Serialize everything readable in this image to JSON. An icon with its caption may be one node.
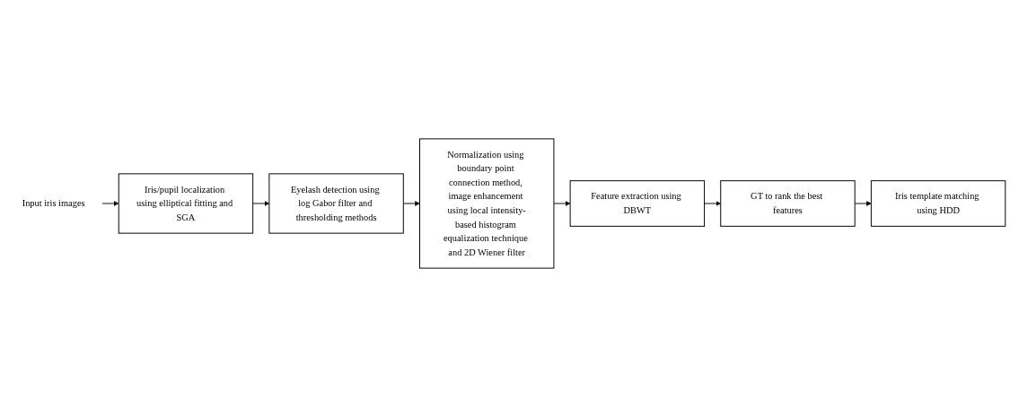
{
  "diagram": {
    "nodes": [
      {
        "text": [
          "Input iris images"
        ]
      },
      {
        "text": [
          "Iris/pupil localization using elliptical fitting and SGA"
        ]
      },
      {
        "text": [
          "Eyelash detection using log Gabor filter and thresholding methods"
        ]
      },
      {
        "text": [
          "Normalization using boundary point connection method, image enhancement using local intensity-based histogram equalization technique and 2D Wiener filter"
        ]
      },
      {
        "text": [
          "Feature extraction using DBWT"
        ]
      },
      {
        "text": [
          "GT to rank the best features"
        ]
      },
      {
        "text": [
          "Iris template matching using HDD"
        ]
      }
    ],
    "edges": [
      {
        "from": 0,
        "to": 1,
        "arrow": "to"
      },
      {
        "from": 1,
        "to": 2,
        "arrow": "to"
      },
      {
        "from": 2,
        "to": 3,
        "arrow": "to"
      },
      {
        "from": 3,
        "to": 4,
        "arrow": "to"
      },
      {
        "from": 4,
        "to": 5,
        "arrow": "to"
      },
      {
        "from": 5,
        "to": 6,
        "arrow": "to"
      }
    ]
  }
}
